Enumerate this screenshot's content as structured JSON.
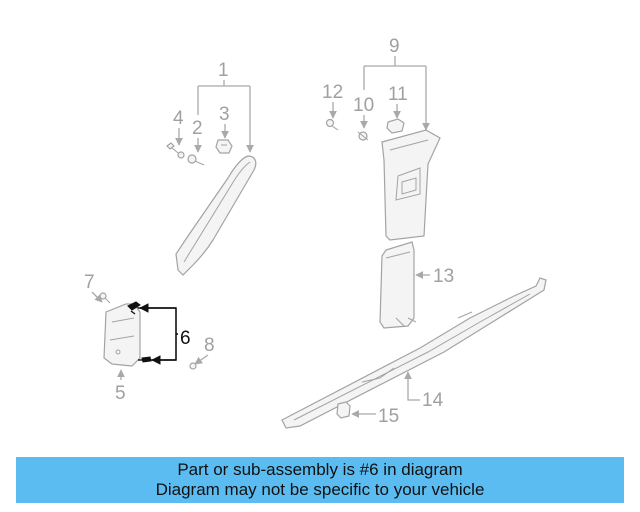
{
  "diagram": {
    "callouts": {
      "c1": "1",
      "c2": "2",
      "c3": "3",
      "c4": "4",
      "c5": "5",
      "c6": "6",
      "c7": "7",
      "c8": "8",
      "c9": "9",
      "c10": "10",
      "c11": "11",
      "c12": "12",
      "c13": "13",
      "c14": "14",
      "c15": "15"
    },
    "highlighted_part": "6",
    "colors": {
      "highlight": "#111111",
      "parts": "#a3a3a3",
      "banner": "#5bbcf2"
    }
  },
  "caption": {
    "line1": "Part or sub-assembly is #6 in diagram",
    "line2": "Diagram may not be specific to your vehicle"
  }
}
